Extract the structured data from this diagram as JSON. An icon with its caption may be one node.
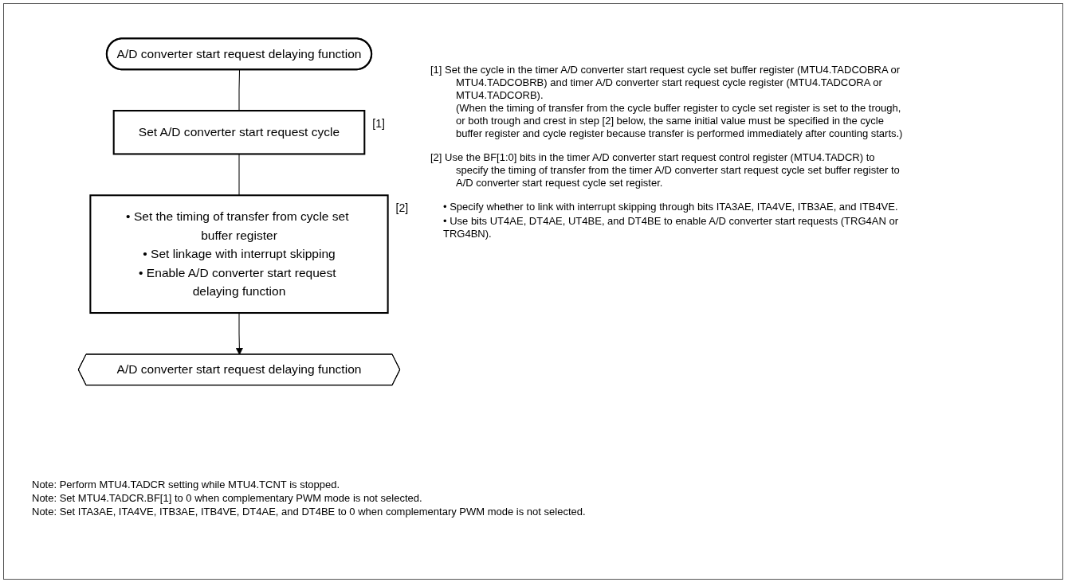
{
  "diagram": {
    "nodes": [
      {
        "text": [
          "A/D converter start request delaying function"
        ]
      },
      {
        "text": [
          "Set A/D converter start request cycle"
        ],
        "beside": [
          "[1]"
        ]
      },
      {
        "text": [
          "• Set the timing of transfer from cycle set buffer register",
          "• Set linkage with interrupt skipping",
          "• Enable A/D converter start request delaying function"
        ],
        "beside": [
          "[2]"
        ]
      },
      {
        "text": [
          "A/D converter start request delaying function"
        ]
      }
    ],
    "edges": [
      {
        "from": 0,
        "to": 1,
        "arrow": "none"
      },
      {
        "from": 1,
        "to": 2,
        "arrow": "none"
      },
      {
        "from": 2,
        "to": 3,
        "arrow": "to"
      }
    ],
    "labels": [
      "[1] Set the cycle in the timer A/D converter start request cycle set buffer register (MTU4.TADCOBRA or MTU4.TADCOBRB) and timer A/D converter start request cycle register (MTU4.TADCORA or MTU4.TADCORB).",
      "(When the timing of transfer from the cycle buffer register to cycle set register is set to the trough, or both trough and crest in step [2] below, the same initial value must be specified in the cycle buffer register and cycle register because transfer is performed immediately after counting starts.)",
      "[2] Use the BF[1:0] bits in the timer A/D converter start request control register (MTU4.TADCR) to specify the timing of transfer from the timer A/D converter start request cycle set buffer register to A/D converter start request cycle set register.",
      "• Specify whether to link with interrupt skipping through bits ITA3AE, ITA4VE, ITB3AE, and ITB4VE.",
      "• Use bits UT4AE, DT4AE, UT4BE, and DT4BE to enable A/D converter start requests (TRG4AN or TRG4BN).",
      "Note: Perform MTU4.TADCR setting while MTU4.TCNT is stopped.",
      "Note: Set MTU4.TADCR.BF[1] to 0 when complementary PWM mode is not selected.",
      "Note: Set ITA3AE, ITA4VE, ITB3AE, ITB4VE, DT4AE, and DT4BE to 0 when complementary PWM mode is not selected."
    ]
  }
}
